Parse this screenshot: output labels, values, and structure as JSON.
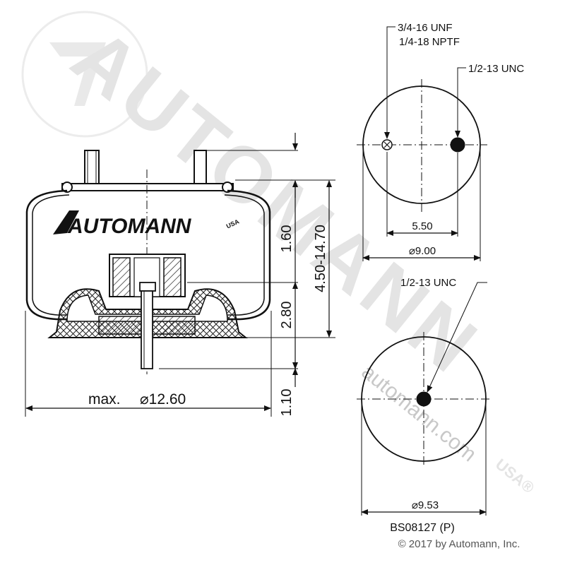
{
  "watermark": {
    "brand": "AUTOMANN",
    "usa_mark": "USA®",
    "url": "automann.com"
  },
  "side_view": {
    "logo_text": "AUTOMANN",
    "logo_usa": "USA",
    "max_diameter_prefix": "max.",
    "max_diameter_value": "⌀12.60",
    "dim_top_1": "1.60",
    "dim_height_range": "4.50-14.70",
    "dim_2": "2.80",
    "dim_3": "1.10"
  },
  "top_plate_view": {
    "thread_1": "3/4-16 UNF",
    "thread_2": "1/4-18 NPTF",
    "thread_3": "1/2-13 UNC",
    "spacing": "5.50",
    "diameter": "⌀9.00"
  },
  "bottom_plate_view": {
    "thread": "1/2-13 UNC",
    "diameter": "⌀9.53"
  },
  "part_number": "BS08127 (P)",
  "copyright": "© 2017 by Automann, Inc."
}
